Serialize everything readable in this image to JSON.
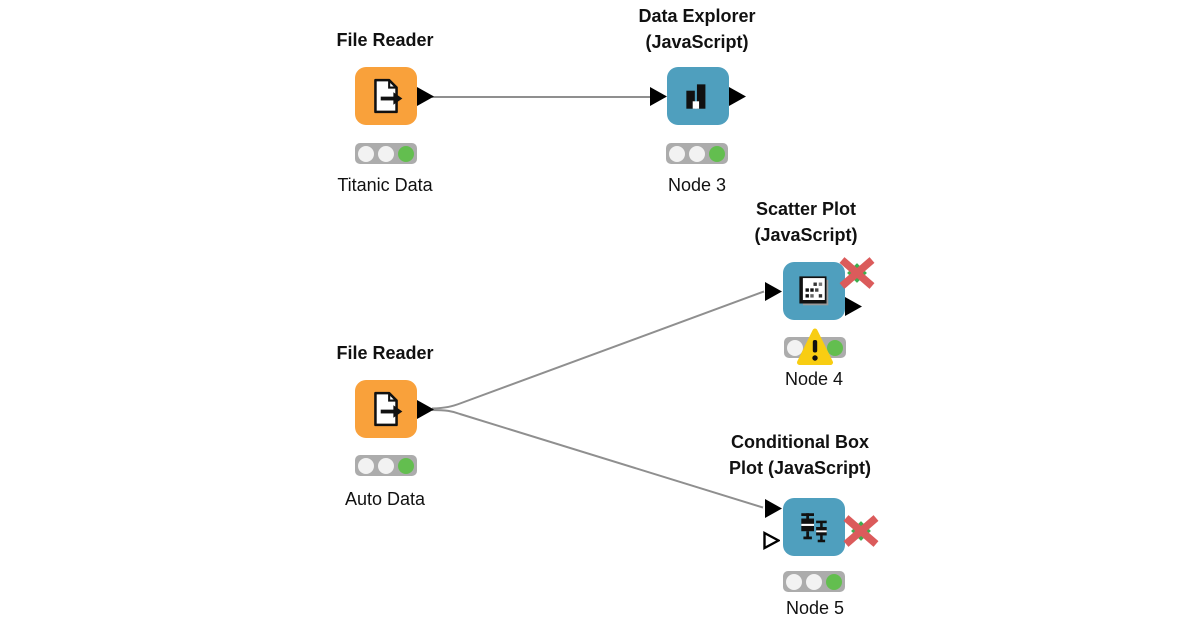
{
  "colors": {
    "node_source_orange": "#F9A13B",
    "node_view_blue": "#4F9FBE",
    "connection_gray": "#8F8F8F",
    "traffic_light_bg": "#ACACAC",
    "traffic_light_idle": "#F2F2F2",
    "traffic_light_green": "#63BE4F",
    "warning_yellow": "#F8CD12",
    "red_x": "#DB5B5B",
    "red_x_diamond_green": "#3DAE4E"
  },
  "icons": {
    "file_reader": "document-arrow-icon",
    "data_explorer": "histogram-icon",
    "scatter_plot": "scatter-points-icon",
    "conditional_box_plot": "box-plot-icon",
    "warning": "warning-triangle-icon",
    "state_discarded": "red-x-icon",
    "port": "triangle-port-icon",
    "optional_port": "hollow-triangle-port-icon"
  },
  "nodes": {
    "file_reader_1": {
      "title": "File Reader",
      "label": "Titanic Data",
      "status": "executed"
    },
    "data_explorer": {
      "title_line1": "Data Explorer",
      "title_line2": "(JavaScript)",
      "label": "Node 3",
      "status": "executed"
    },
    "file_reader_2": {
      "title": "File Reader",
      "label": "Auto Data",
      "status": "executed"
    },
    "scatter_plot": {
      "title_line1": "Scatter Plot",
      "title_line2": "(JavaScript)",
      "label": "Node 4",
      "status": "executed-with-warning",
      "warning_glyph": "!",
      "state_discarded_x": true
    },
    "conditional_box_plot": {
      "title_line1": "Conditional Box",
      "title_line2": "Plot (JavaScript)",
      "label": "Node 5",
      "status": "executed",
      "state_discarded_x": true
    }
  },
  "connections": [
    {
      "from": "file_reader_1",
      "to": "data_explorer"
    },
    {
      "from": "file_reader_2",
      "to": "scatter_plot"
    },
    {
      "from": "file_reader_2",
      "to": "conditional_box_plot"
    }
  ]
}
